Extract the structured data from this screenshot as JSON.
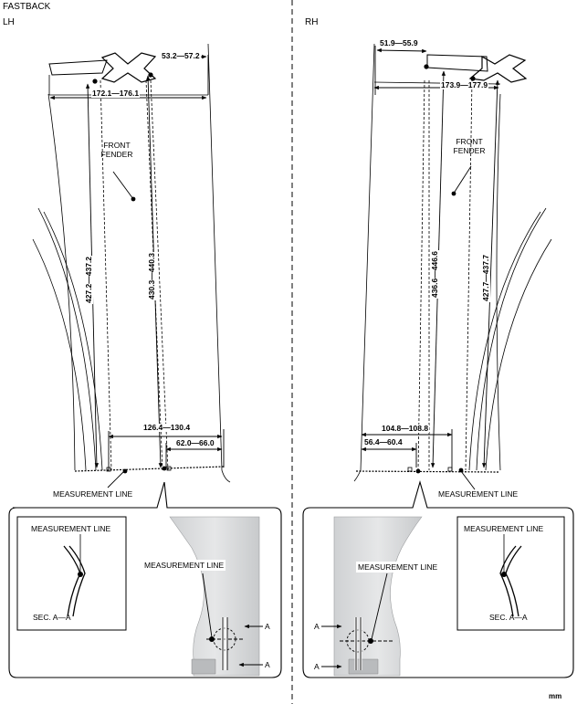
{
  "header": {
    "variant": "FASTBACK"
  },
  "units": "mm",
  "lh": {
    "side": "LH",
    "front_fender_line1": "FRONT",
    "front_fender_line2": "FENDER",
    "measurement_line": "MEASUREMENT LINE",
    "dims": {
      "top_small": "53.2—57.2",
      "top_width": "172.1—176.1",
      "vert_left": "427.2—437.2",
      "vert_mid": "430.3—440.3",
      "bottom_wide": "126.4—130.4",
      "bottom_small": "62.0—66.0"
    },
    "detail": {
      "sec_measurement_line": "MEASUREMENT LINE",
      "sec_label": "SEC. A—A",
      "photo_measurement_line": "MEASUREMENT LINE",
      "arrow_a1": "A",
      "arrow_a2": "A"
    }
  },
  "rh": {
    "side": "RH",
    "front_fender_line1": "FRONT",
    "front_fender_line2": "FENDER",
    "measurement_line": "MEASUREMENT LINE",
    "dims": {
      "top_small": "51.9—55.9",
      "top_width": "173.9—177.9",
      "vert_left": "436.6—446.6",
      "vert_right": "427.7—437.7",
      "bottom_wide": "104.8—108.8",
      "bottom_small": "56.4—60.4"
    },
    "detail": {
      "sec_measurement_line": "MEASUREMENT LINE",
      "sec_label": "SEC. A—A",
      "photo_measurement_line": "MEASUREMENT LINE",
      "arrow_a1": "A",
      "arrow_a2": "A"
    }
  }
}
